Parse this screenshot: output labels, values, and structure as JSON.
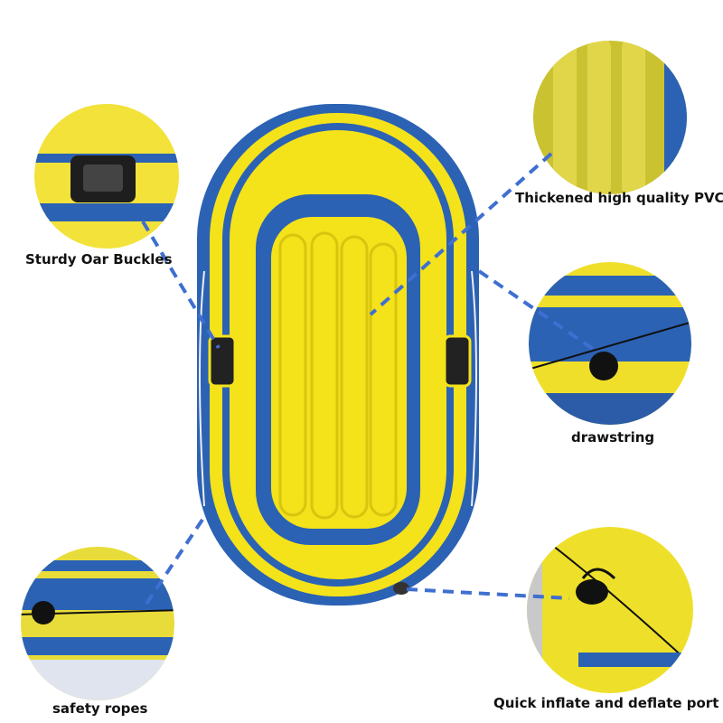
{
  "colors": {
    "yellow": "#f4e21a",
    "blue": "#2b62b4",
    "dash": "#3f6fd0"
  },
  "callouts": [
    {
      "id": "oar-buckles",
      "label": "Sturdy Oar Buckles"
    },
    {
      "id": "pvc",
      "label": "Thickened high quality PVC"
    },
    {
      "id": "drawstring",
      "label": "drawstring"
    },
    {
      "id": "safety-ropes",
      "label": "safety ropes"
    },
    {
      "id": "valve",
      "label": "Quick inflate and deflate port"
    }
  ]
}
